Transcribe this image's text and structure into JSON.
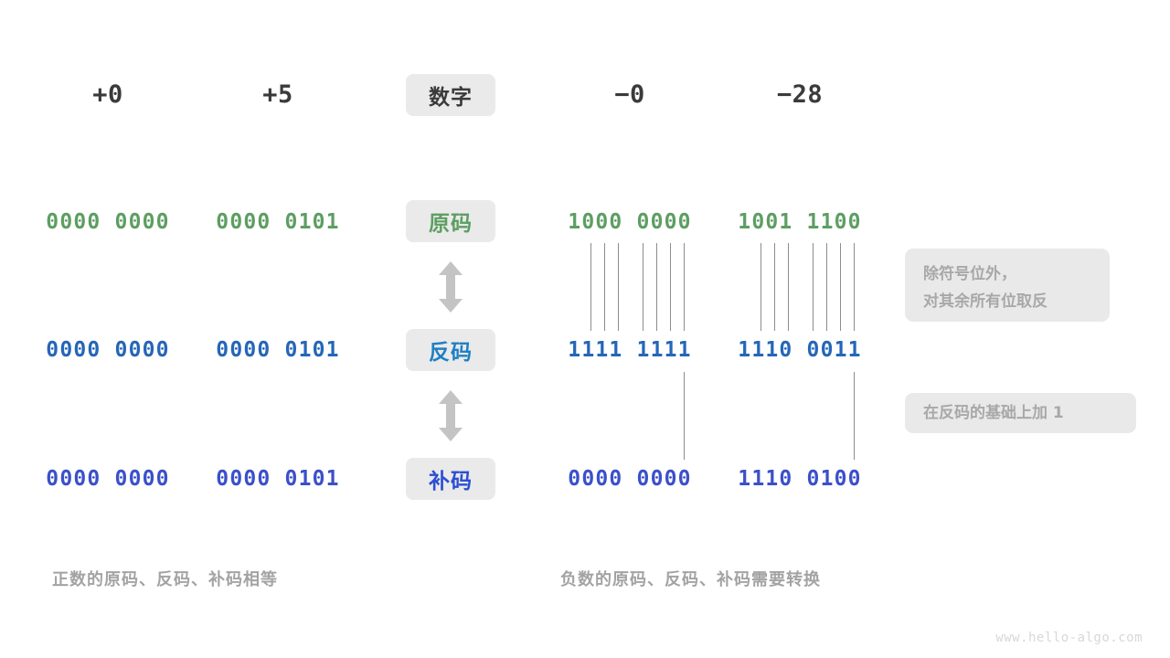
{
  "palette": {
    "text_dark": "#3a3a3a",
    "green": "#5d9e62",
    "blue": "#2566b8",
    "indigo": "#3b50c8",
    "chip_bg": "#eaeaea",
    "note_bg": "#e9e9e9",
    "note_text": "#a8a8a8",
    "caption": "#a3a3a3",
    "tick": "#8c8c8c",
    "arrow": "#c4c4c4",
    "watermark": "#d8d8d8",
    "background": "#ffffff"
  },
  "columns": {
    "headers": [
      "+0",
      "+5",
      "−0",
      "−28"
    ],
    "center_label": "数字"
  },
  "rows": [
    {
      "key": "true_form",
      "label": "原码",
      "color_class": "green",
      "values": [
        "0000 0000",
        "0000 0101",
        "1000 0000",
        "1001 1100"
      ]
    },
    {
      "key": "ones_complement",
      "label": "反码",
      "color_class": "blue",
      "values": [
        "0000 0000",
        "0000 0101",
        "1111 1111",
        "1110 0011"
      ]
    },
    {
      "key": "twos_complement",
      "label": "补码",
      "color_class": "indigo",
      "values": [
        "0000 0000",
        "0000 0101",
        "0000 0000",
        "1110 0100"
      ]
    }
  ],
  "notes": [
    {
      "key": "invert-note",
      "text": "除符号位外，\n对其余所有位取反"
    },
    {
      "key": "plus-one-note",
      "text": "在反码的基础上加  1"
    }
  ],
  "captions": [
    {
      "key": "positive-caption",
      "text": "正数的原码、反码、补码相等"
    },
    {
      "key": "negative-caption",
      "text": "负数的原码、反码、补码需要转换"
    }
  ],
  "watermark": "www.hello-algo.com",
  "arrows": {
    "upper_tooltip": "原码 ↔ 反码",
    "lower_tooltip": "反码 ↔ 补码"
  }
}
